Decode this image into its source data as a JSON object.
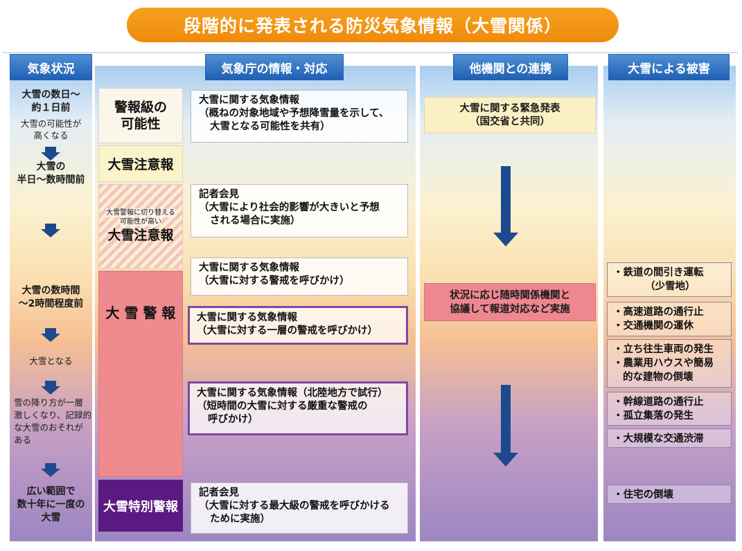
{
  "title": "段階的に発表される防災気象情報（大雪関係）",
  "headers": {
    "weather": "気象状況",
    "jma": "気象庁の情報・対応",
    "agencies": "他機関との連携",
    "damage": "大雪による被害"
  },
  "weather": {
    "s1_title_1": "大雪の数日〜",
    "s1_title_2": "約１日前",
    "s1_sub_1": "大雪の可能性が",
    "s1_sub_2": "高くなる",
    "s2_title_1": "大雪の",
    "s2_title_2": "半日〜数時間前",
    "s3_title_1": "大雪の数時間",
    "s3_title_2": "〜2時間程度前",
    "s4": "大雪となる",
    "s5_1": "雪の降り方が一層",
    "s5_2": "激しくなり、記録的",
    "s5_3": "な大雪のおそれが",
    "s5_4": "ある",
    "s6_1": "広い範囲で",
    "s6_2": "数十年に一度の",
    "s6_3": "大雪"
  },
  "levels": {
    "possibility_1": "警報級の",
    "possibility_2": "可能性",
    "advisory": "大雪注意報",
    "switch_note_1": "大雪警報に切り替える",
    "switch_note_2": "可能性が高い",
    "advisory2": "大雪注意報",
    "warning": "大 雪 警 報",
    "special": "大雪特別警報"
  },
  "info": {
    "i1_1": "大雪に関する気象情報",
    "i1_2": "（概ねの対象地域や予想降雪量を示して、",
    "i1_3": "大雪となる可能性を共有）",
    "i2_1": "記者会見",
    "i2_2": "（大雪により社会的影響が大きいと予想",
    "i2_3": "される場合に実施）",
    "i3_1": "大雪に関する気象情報",
    "i3_2": "（大雪に対する警戒を呼びかけ）",
    "i4_1": "大雪に関する気象情報",
    "i4_2": "（大雪に対する一層の警戒を呼びかけ）",
    "i5_1": "大雪に関する気象情報（北陸地方で試行）",
    "i5_2": "（短時間の大雪に対する厳重な警戒の",
    "i5_3": "呼びかけ）",
    "i6_1": "記者会見",
    "i6_2": "（大雪に対する最大級の警戒を呼びかける",
    "i6_3": "ために実施）"
  },
  "agencies": {
    "a1_1": "大雪に関する緊急発表",
    "a1_2": "（国交省と共同）",
    "a2_1": "状況に応じ随時関係機関と",
    "a2_2": "協議して報道対応など実施"
  },
  "damage": {
    "d1_1": "・鉄道の間引き運転",
    "d1_2": "（少雪地）",
    "d2_1": "・高速道路の通行止",
    "d2_2": "・交通機関の運休",
    "d3_1": "・立ち往生車両の発生",
    "d3_2": "・農業用ハウスや簡易",
    "d3_3": "的な建物の倒壊",
    "d4_1": "・幹線道路の通行止",
    "d4_2": "・孤立集落の発生",
    "d5": "・大規模な交通渋滞",
    "d6": "・住宅の倒壊"
  },
  "colors": {
    "title_orange": "#ef8a0c",
    "header_blue": "#1f60b4",
    "arrow_navy": "#1d4a8e",
    "possibility_bg": "#fbf6ea",
    "advisory_bg": "#fbf3c9",
    "warning_bg": "#ef8a8e",
    "special_bg": "#5a1a82",
    "emergency_bg": "#fbf0c4",
    "coordination_bg": "#ef8790",
    "purple_border": "#7a4aa0"
  }
}
